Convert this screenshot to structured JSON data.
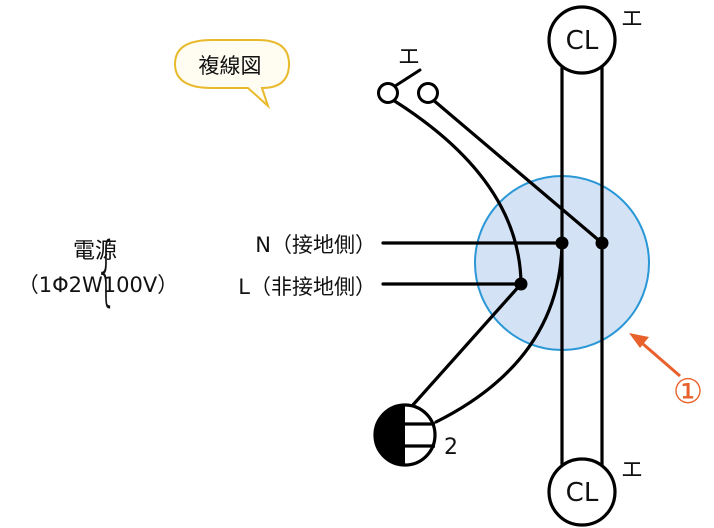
{
  "callout": {
    "text": "複線図"
  },
  "power_source": {
    "title": "電源",
    "spec": "（1Φ2W100V）",
    "brace": "{",
    "neutral_label": "N（接地側）",
    "line_label": "L（非接地側）"
  },
  "switch": {
    "symbol": "エ"
  },
  "lights": [
    {
      "text": "CL",
      "symbol": "エ"
    },
    {
      "text": "CL",
      "symbol": "エ"
    }
  ],
  "outlet": {
    "count_label": "2"
  },
  "junction_marker": {
    "label": "①",
    "color": "#e8612c"
  },
  "colors": {
    "junction_box_fill": "#d3e3f5",
    "junction_box_stroke": "#2a97d6",
    "callout_border": "#e8b92a",
    "callout_fill": "#fffdf2"
  }
}
